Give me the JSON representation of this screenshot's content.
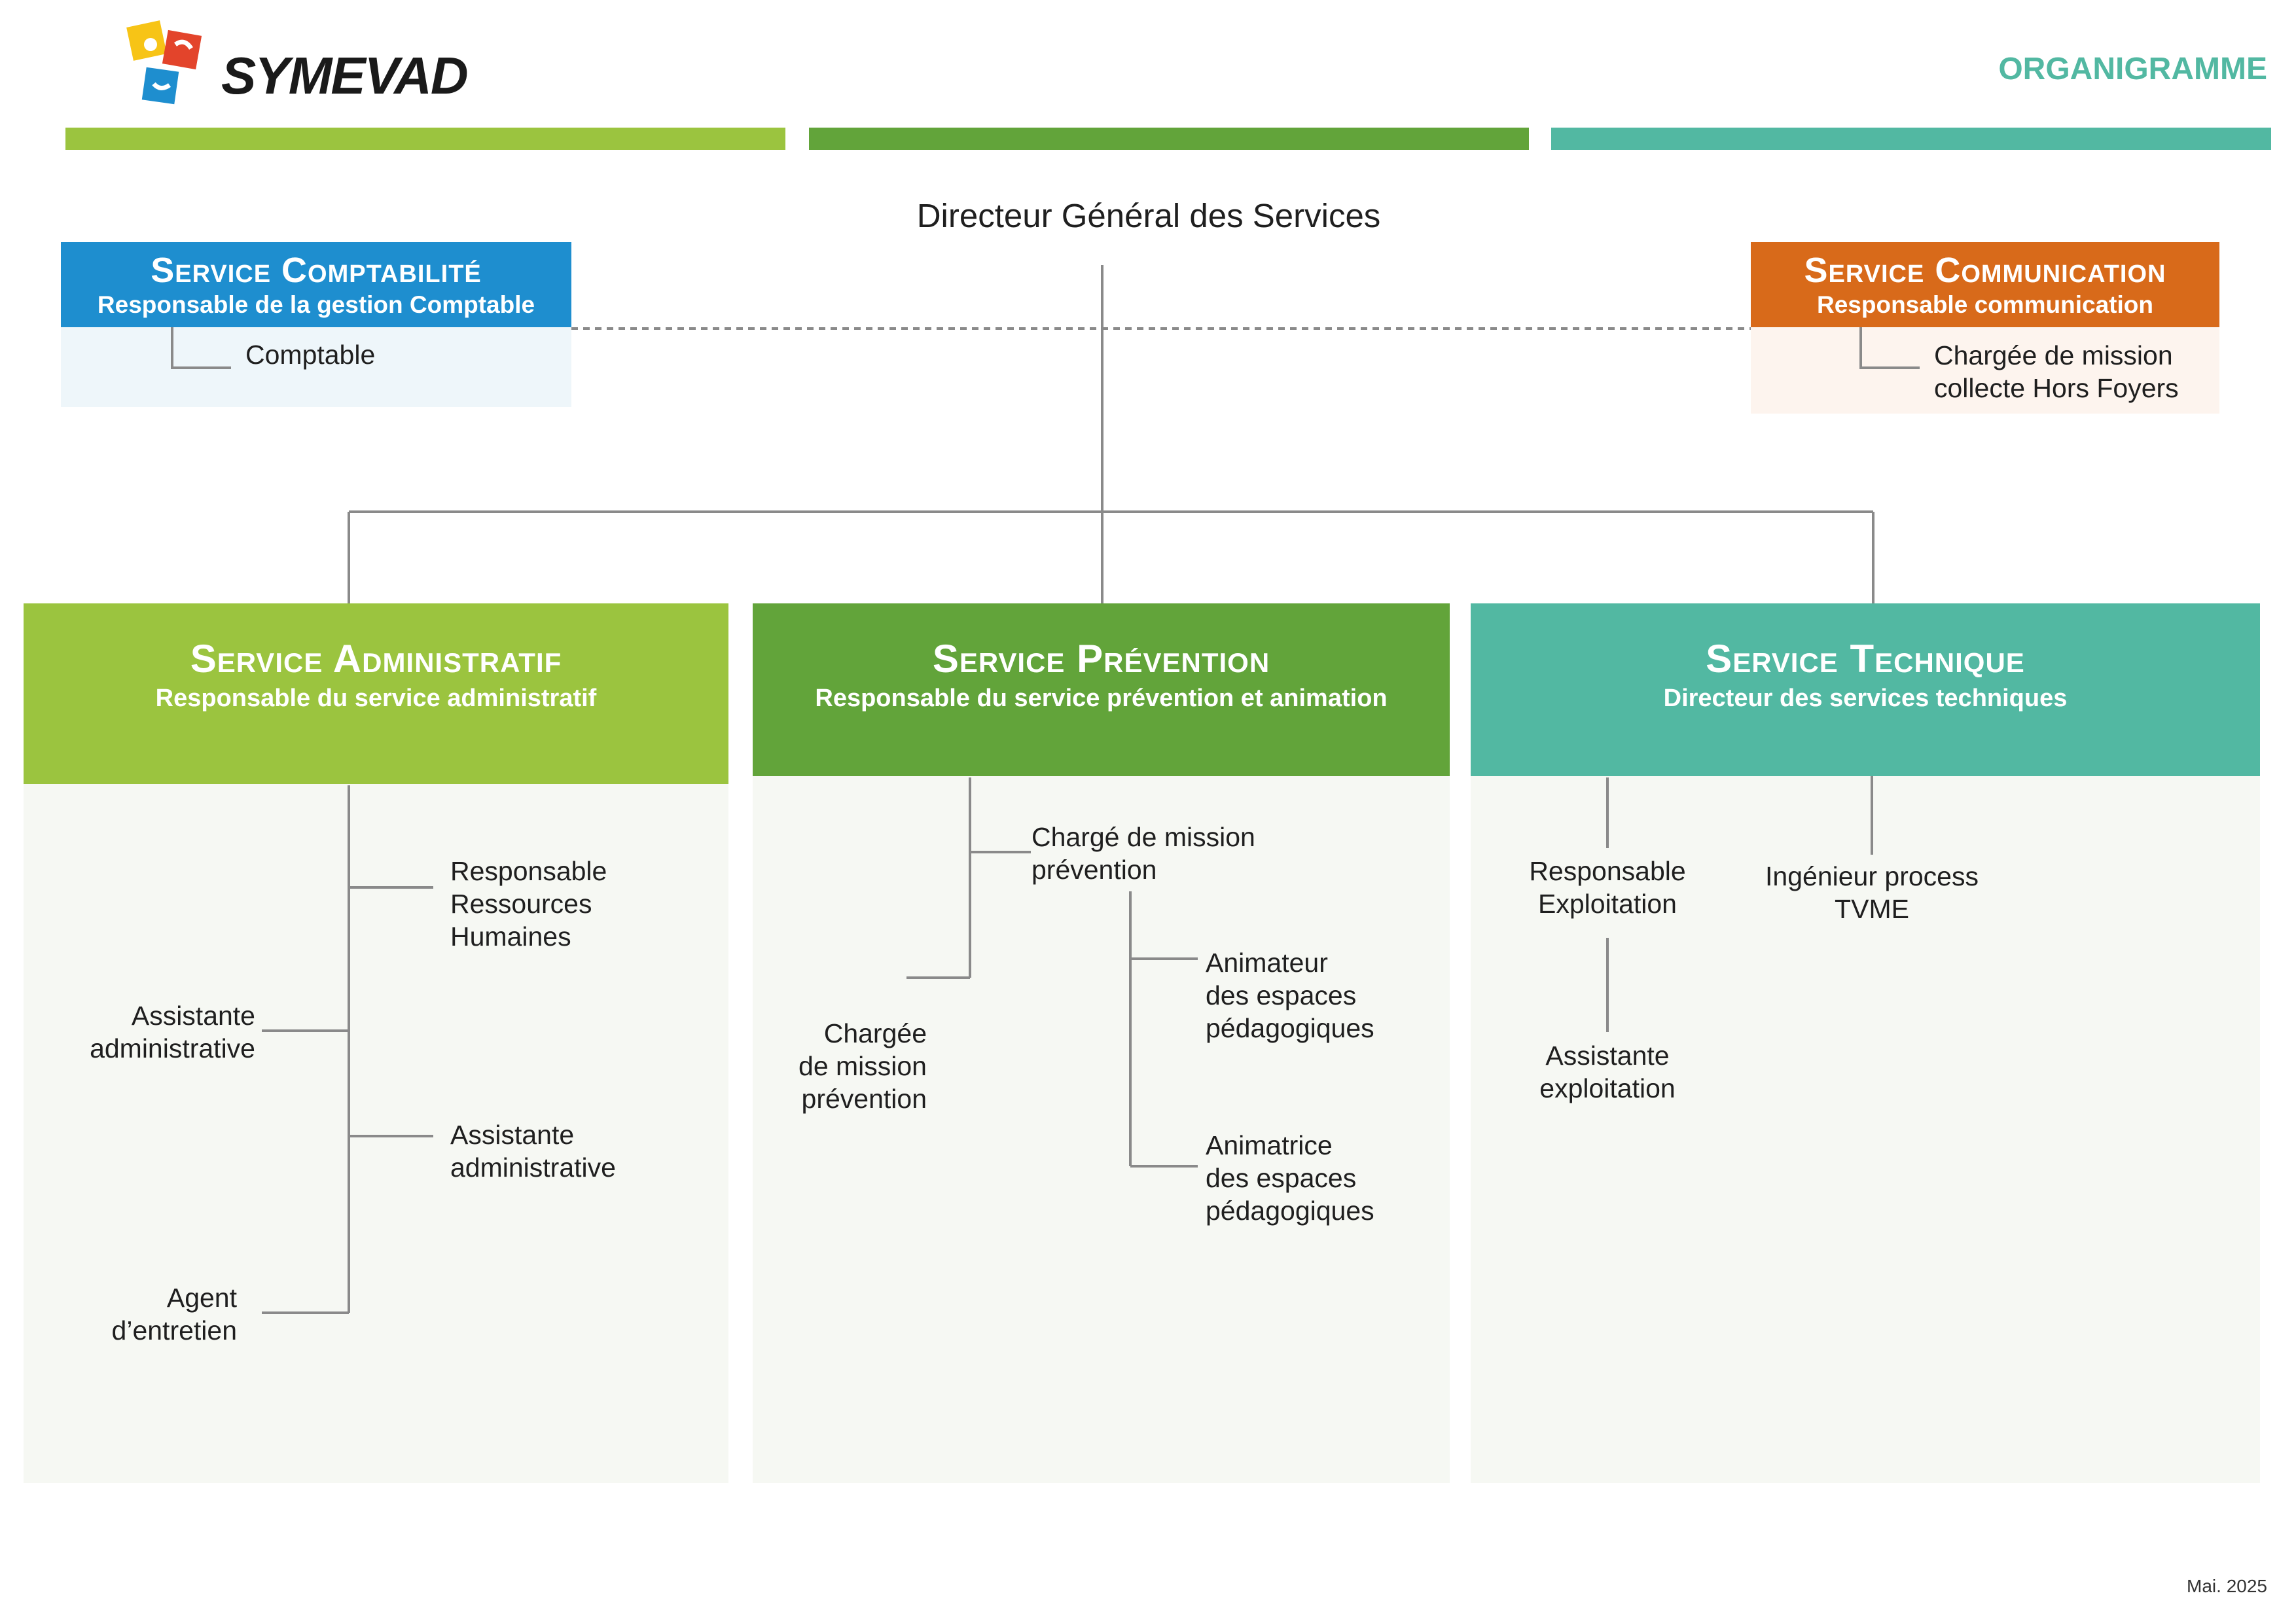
{
  "header": {
    "brand": "SYMEVAD",
    "doc_title": "ORGANIGRAMME",
    "bar_colors": [
      "#9bc43f",
      "#62a43a",
      "#52b8a2"
    ]
  },
  "director": "Directeur Général des Services",
  "comptabilite": {
    "title": "Service Comptabilité",
    "subtitle": "Responsable de la gestion Comptable",
    "color": "#1e8ecf",
    "members": [
      "Comptable"
    ]
  },
  "communication": {
    "title": "Service Communication",
    "subtitle": "Responsable communication",
    "color": "#d86a1a",
    "members": [
      "Chargée de mission\ncollecte Hors Foyers"
    ]
  },
  "administratif": {
    "title": "Service Administratif",
    "subtitle": "Responsable du service administratif",
    "color": "#9bc43f",
    "members": [
      "Responsable\nRessources\nHumaines",
      "Assistante\nadministrative",
      "Assistante\nadministrative",
      "Agent\nd’entretien"
    ]
  },
  "prevention": {
    "title": "Service Prévention",
    "subtitle": "Responsable du service prévention et animation",
    "color": "#62a43a",
    "members": [
      "Chargé de mission\nprévention",
      "Chargée\nde mission\nprévention",
      "Animateur\ndes espaces\npédagogiques",
      "Animatrice\ndes espaces\npédagogiques"
    ]
  },
  "technique": {
    "title": "Service Technique",
    "subtitle": "Directeur des services techniques",
    "color": "#52b8a2",
    "members": [
      "Responsable\nExploitation",
      "Assistante\nexploitation",
      "Ingénieur process\nTVME"
    ]
  },
  "footer": {
    "date": "Mai. 2025"
  }
}
